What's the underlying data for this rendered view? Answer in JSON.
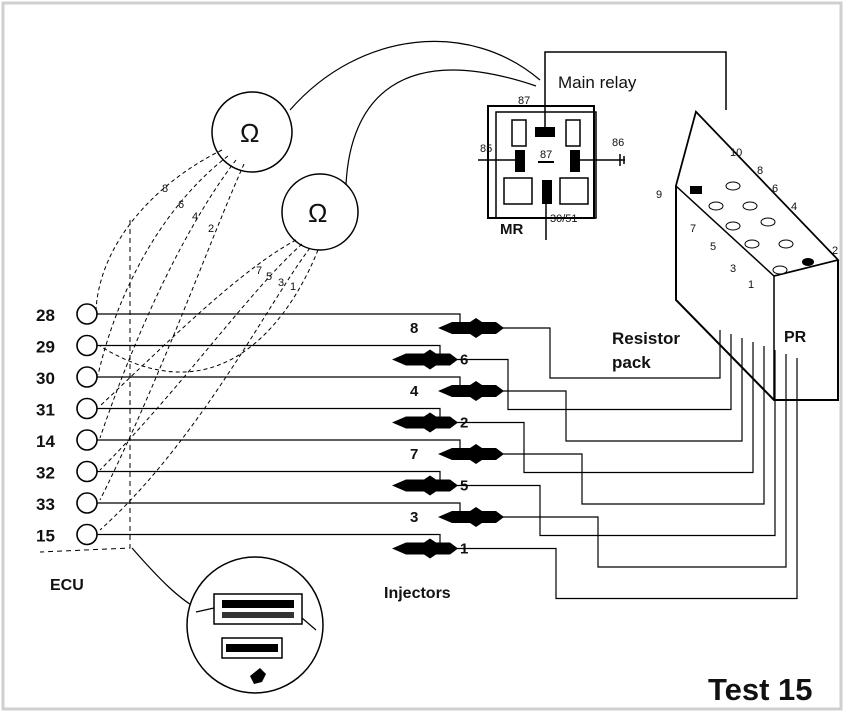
{
  "labels": {
    "main_relay": "Main relay",
    "mr": "MR",
    "pin_87_top": "87",
    "pin_87_mid": "87",
    "pin_85": "85",
    "pin_86": "86",
    "pin_30_51": "30/51",
    "resistor_pack_line1": "Resistor",
    "resistor_pack_line2": "pack",
    "pr": "PR",
    "ecu": "ECU",
    "injectors": "Injectors",
    "test": "Test 15",
    "ohm": "Ω"
  },
  "ecu_pins": [
    "28",
    "29",
    "30",
    "31",
    "14",
    "32",
    "33",
    "15"
  ],
  "injector_numbers": [
    "8",
    "6",
    "4",
    "2",
    "7",
    "5",
    "3",
    "1"
  ],
  "meter1_probe_labels": [
    "8",
    "6",
    "4",
    "2"
  ],
  "meter2_probe_labels": [
    "7",
    "5",
    "3",
    "1"
  ],
  "pr_terminals": [
    "10",
    "8",
    "6",
    "4",
    "7",
    "5",
    "3",
    "1",
    "9",
    "2"
  ]
}
